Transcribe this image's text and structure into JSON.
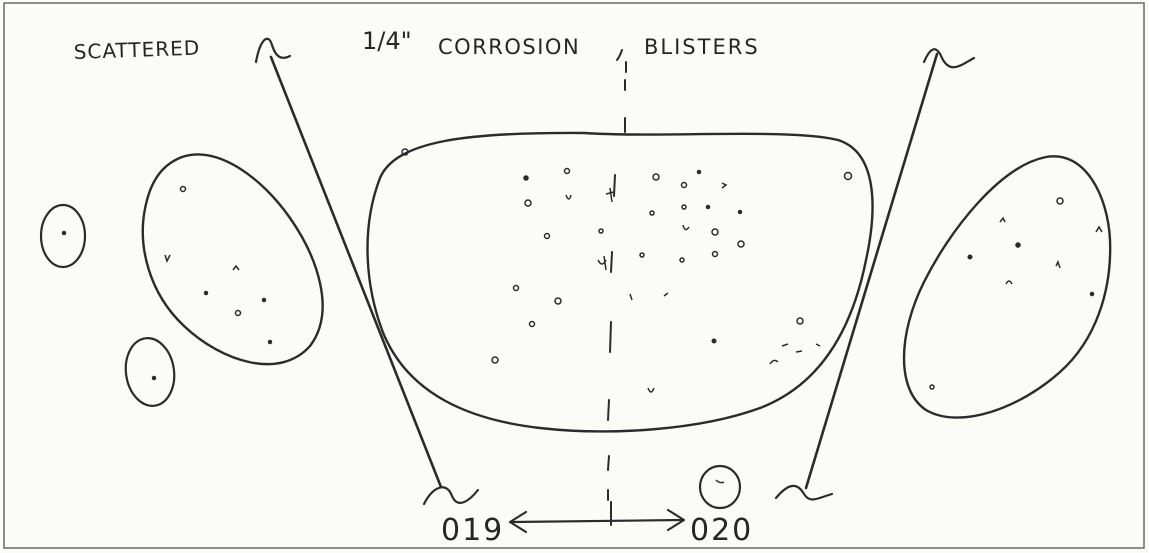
{
  "sketch": {
    "label_left": "SCATTERED",
    "label_center_fraction": "1/4\"",
    "label_center_text": "CORROSION",
    "label_right": "BLISTERS",
    "frame_left": "019",
    "frame_right": "020"
  },
  "colors": {
    "paper": "#fbfbf8",
    "ink": "#2b2b2b",
    "border": "#6a6a6a"
  }
}
